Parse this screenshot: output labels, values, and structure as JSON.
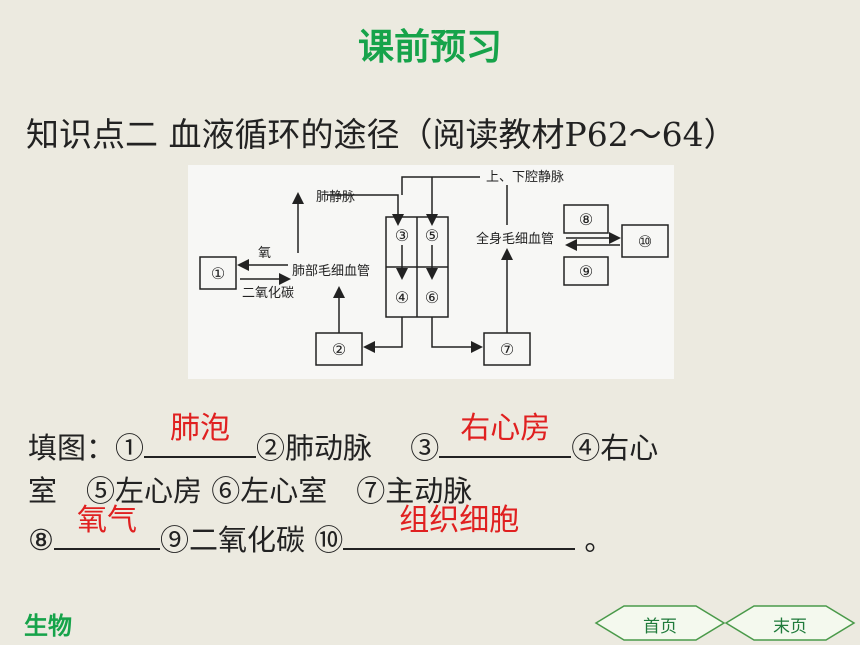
{
  "title": "课前预习",
  "heading": "知识点二  血液循环的途径（阅读教材P62～64）",
  "diagram": {
    "labels": {
      "pulmonary_vein": "肺静脉",
      "vena_cava": "上、下腔静脉",
      "oxygen": "氧",
      "co2": "二氧化碳",
      "lung_capillaries": "肺部毛细血管",
      "body_capillaries": "全身毛细血管"
    },
    "nodes": [
      "①",
      "②",
      "③",
      "④",
      "⑤",
      "⑥",
      "⑦",
      "⑧",
      "⑨",
      "⑩"
    ]
  },
  "fill": {
    "line1": {
      "prefix": "填图：①",
      "ans1": "肺泡",
      "seg2": "②肺动脉　 ③",
      "ans3": "右心房",
      "seg4": "④右心"
    },
    "line2": {
      "text": "室　⑤左心房 ⑥左心室　⑦主动脉"
    },
    "line3": {
      "prefix": "⑧",
      "ans8": "氧气",
      "seg9": "⑨二氧化碳 ⑩",
      "ans10": "组织细胞",
      "end": " 。"
    }
  },
  "footer": {
    "logo": "生物",
    "first_page": "首页",
    "last_page": "末页"
  },
  "colors": {
    "accent": "#16a34a",
    "answer": "#e02020",
    "background": "#eceae0"
  }
}
